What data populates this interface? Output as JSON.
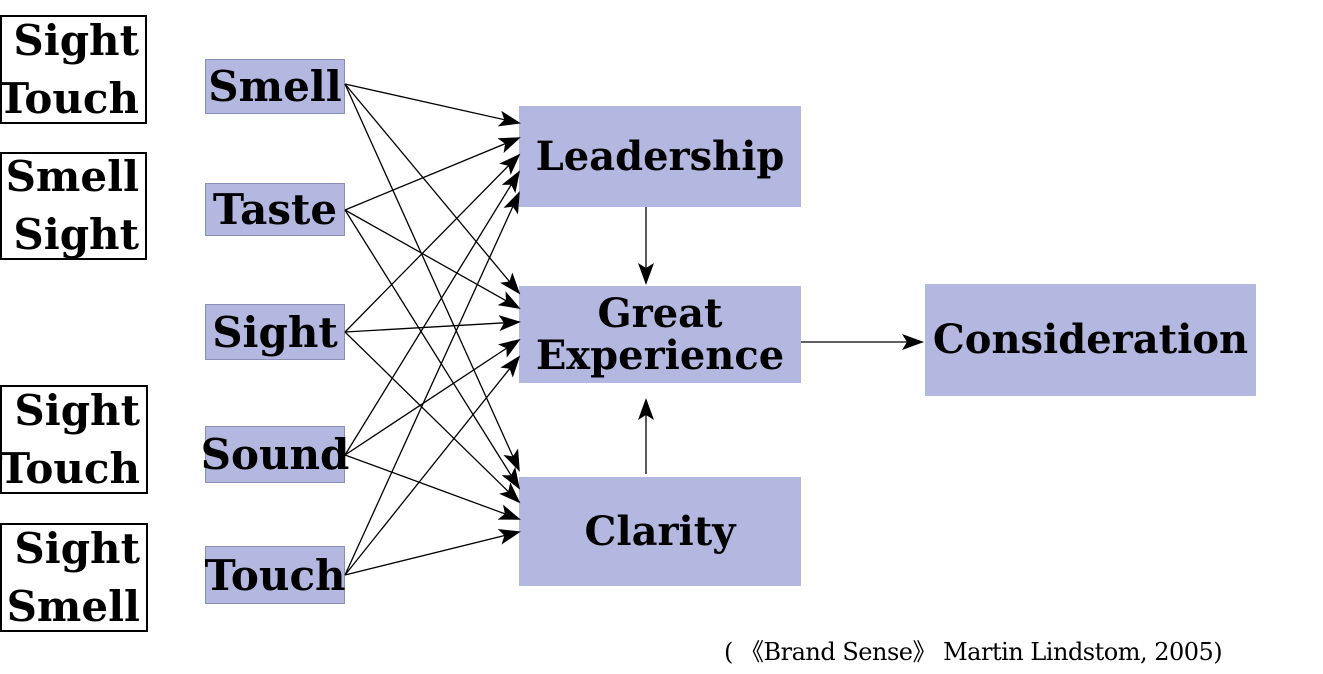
{
  "combos": [
    {
      "line1": "Sight",
      "line2": "Touch"
    },
    {
      "line1": "Smell",
      "line2": "Sight"
    },
    {
      "line1": "Sight",
      "line2": "Touch"
    },
    {
      "line1": "Sight",
      "line2": "Smell"
    }
  ],
  "senses": [
    "Smell",
    "Taste",
    "Sight",
    "Sound",
    "Touch"
  ],
  "outcomes": {
    "leadership": "Leadership",
    "experience_line1": "Great",
    "experience_line2": "Experience",
    "clarity": "Clarity",
    "consideration": "Consideration"
  },
  "citation": "( 《Brand Sense》 Martin Lindstom, 2005)"
}
